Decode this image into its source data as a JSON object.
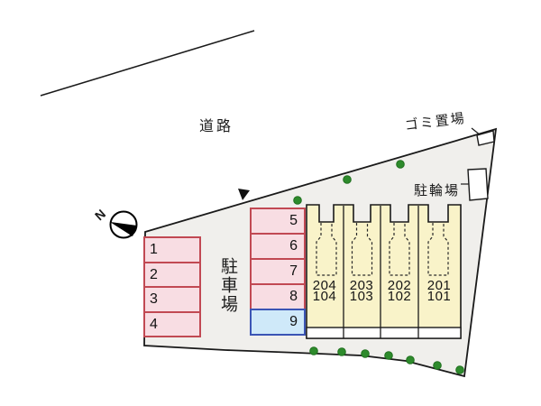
{
  "labels": {
    "road": "道路",
    "garbage": "ゴミ置場",
    "bicycle_parking": "駐輪場",
    "car_parking": "駐車場",
    "compass_north": "N"
  },
  "parking_spaces": {
    "left_column": [
      "1",
      "2",
      "3",
      "4"
    ],
    "right_column": [
      "5",
      "6",
      "7",
      "8",
      "9"
    ],
    "highlighted_space": "9"
  },
  "building_units": [
    {
      "upper": "204",
      "lower": "104"
    },
    {
      "upper": "203",
      "lower": "103"
    },
    {
      "upper": "202",
      "lower": "102"
    },
    {
      "upper": "201",
      "lower": "101"
    }
  ],
  "icons": {
    "compass": "compass-needle-icon",
    "trees": "shrub-icon",
    "entrance_marker": "entrance-arrow-icon"
  },
  "colors": {
    "site_fill": "#f0efec",
    "parking_fill": "#f8dde3",
    "parking_border": "#c14953",
    "highlight_fill": "#cfe9f9",
    "highlight_border": "#3b55b5",
    "building_fill": "#f9f3c9",
    "tree_green": "#2e8b2c",
    "line": "#1a1a1a"
  }
}
